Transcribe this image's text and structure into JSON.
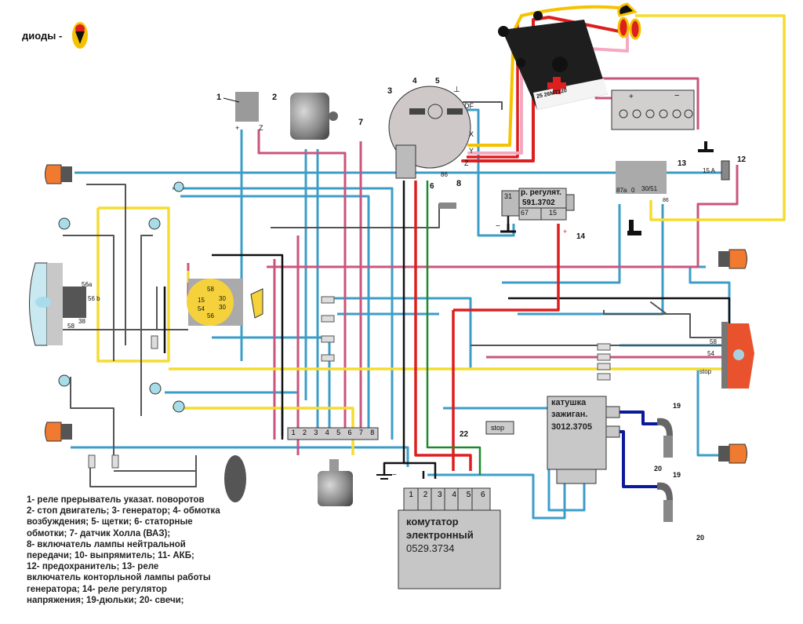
{
  "diodes_label": "диоды -",
  "components": {
    "turn_relay": {
      "num": "1",
      "pins": [
        "+",
        "Z"
      ]
    },
    "stop_engine": {
      "num": "2"
    },
    "generator": {
      "num": "3",
      "pins": [
        "⊥",
        "DF",
        "X",
        "Y",
        "Z",
        "86"
      ]
    },
    "field_winding": {
      "num": "4"
    },
    "brushes": {
      "num": "5"
    },
    "stator": {
      "num": "6"
    },
    "hall_sensor": {
      "num": "7"
    },
    "neutral_switch": {
      "num": "8"
    },
    "rectifier": {
      "marking": "25 26MT120",
      "plus": "+"
    },
    "battery": {
      "plus": "+",
      "minus": "−"
    },
    "fuse": {
      "num": "12",
      "rating": "15 A"
    },
    "gen_lamp_relay": {
      "num": "13",
      "pins": [
        "87a",
        "0",
        "30/51",
        "86"
      ]
    },
    "voltage_regulator": {
      "num": "14",
      "title": "р. регулят.",
      "model": "591.3702",
      "pins": [
        "31",
        "67",
        "15"
      ],
      "minus": "−",
      "plus": "+"
    },
    "headlight": {
      "pins": [
        "56a",
        "56 b",
        "38",
        "58"
      ]
    },
    "ignition_switch": {
      "pins": [
        "58",
        "15",
        "30",
        "54",
        "30",
        "56"
      ]
    },
    "connector_block": {
      "pins": [
        "1",
        "2",
        "3",
        "4",
        "5",
        "6",
        "7",
        "8"
      ]
    },
    "stop_switch": {
      "num": "22",
      "label": "stop"
    },
    "tail_light": {
      "pins": [
        "58",
        "54",
        "stop"
      ]
    },
    "commutator": {
      "title_line1": "комутатор",
      "title_line2": "электронный",
      "model": "0529.3734",
      "pins": [
        "1",
        "2",
        "3",
        "4",
        "5",
        "6"
      ],
      "minus": "−"
    },
    "ignition_coil": {
      "title_line1": "катушка",
      "title_line2": "зажиган.",
      "model": "3012.3705"
    },
    "caps": {
      "num": "19"
    },
    "plugs": {
      "num": "20"
    }
  },
  "legend": [
    "1- реле прерыватель указат. поворотов",
    "2- стоп двигатель; 3- генератор; 4- обмотка",
    "возбуждения; 5- щетки; 6- статорные",
    "обмотки; 7- датчик Холла (ВАЗ);",
    "8- включатель лампы нейтральной",
    "передачи; 10- выпрямитель; 11- АКБ;",
    "12- предохранитель; 13- реле",
    "включатель конторльной лампы работы",
    "генератора; 14- реле регулятор",
    "напряжения; 19-дюльки; 20- свечи;"
  ],
  "colors": {
    "blue": "#3c9ec8",
    "pink": "#c9557d",
    "yellow": "#f5dc30",
    "red": "#dd1f1f",
    "green": "#1e8a2e",
    "black": "#111111",
    "gray": "#666666",
    "navy": "#0a1a9a",
    "light_pink": "#f4a9c0",
    "orange_yellow": "#f6c200",
    "lamp": "#ef7a30",
    "box": "#c8c8c8"
  }
}
